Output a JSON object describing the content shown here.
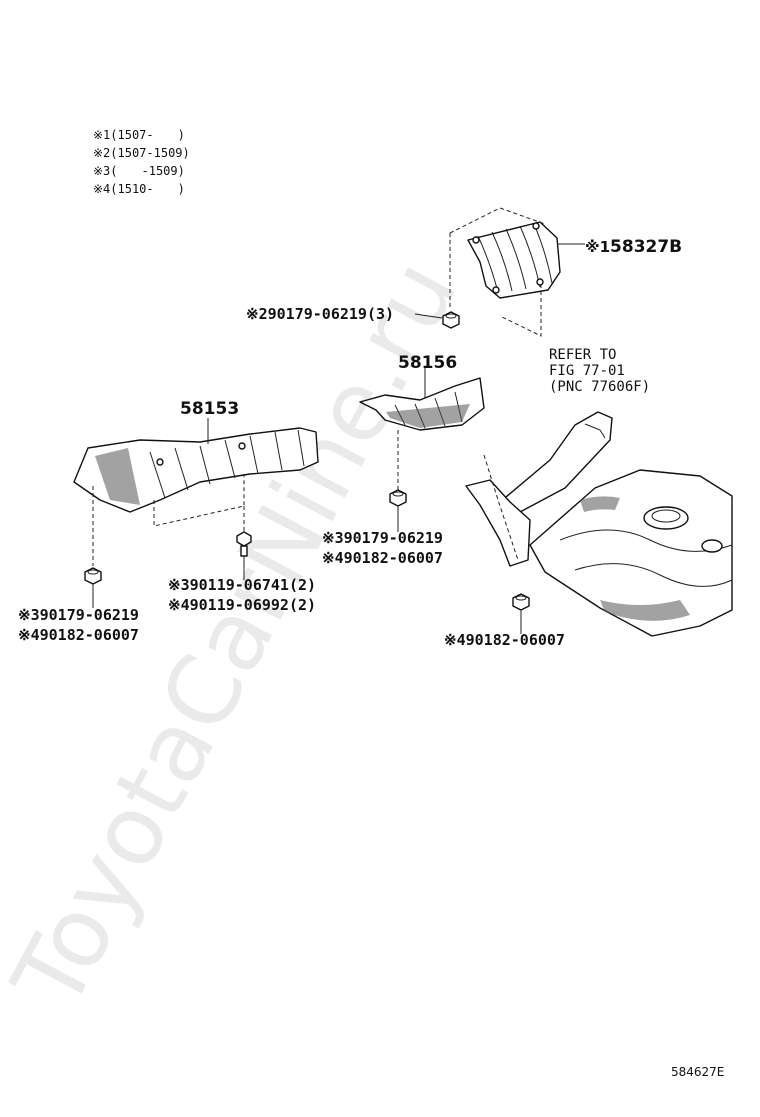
{
  "legend": [
    {
      "mark": "※1",
      "range": "(1507-　　)"
    },
    {
      "mark": "※2",
      "range": "(1507-1509)"
    },
    {
      "mark": "※3",
      "range": "(　　-1509)"
    },
    {
      "mark": "※4",
      "range": "(1510-　　)"
    }
  ],
  "main_parts": {
    "p58327b": {
      "mark": "※1",
      "number": "58327B"
    },
    "p58156": "58156",
    "p58153": "58153"
  },
  "fasteners": {
    "top_nut": {
      "mark": "※2",
      "text": "90179-06219(3)"
    },
    "mid_nut_a": {
      "mark": "※3",
      "text": "90179-06219"
    },
    "mid_nut_b": {
      "mark": "※4",
      "text": "90182-06007"
    },
    "bolt_a": {
      "mark": "※3",
      "text": "90119-06741(2)"
    },
    "bolt_b": {
      "mark": "※4",
      "text": "90119-06992(2)"
    },
    "left_nut_a": {
      "mark": "※3",
      "text": "90179-06219"
    },
    "left_nut_b": {
      "mark": "※4",
      "text": "90182-06007"
    },
    "right_nut": {
      "mark": "※4",
      "text": "90182-06007"
    }
  },
  "refer": [
    "REFER TO",
    "FIG 77-01",
    "(PNC 77606F)"
  ],
  "watermark": "ToyotaCarNine.ru",
  "figure_id": "584627E"
}
